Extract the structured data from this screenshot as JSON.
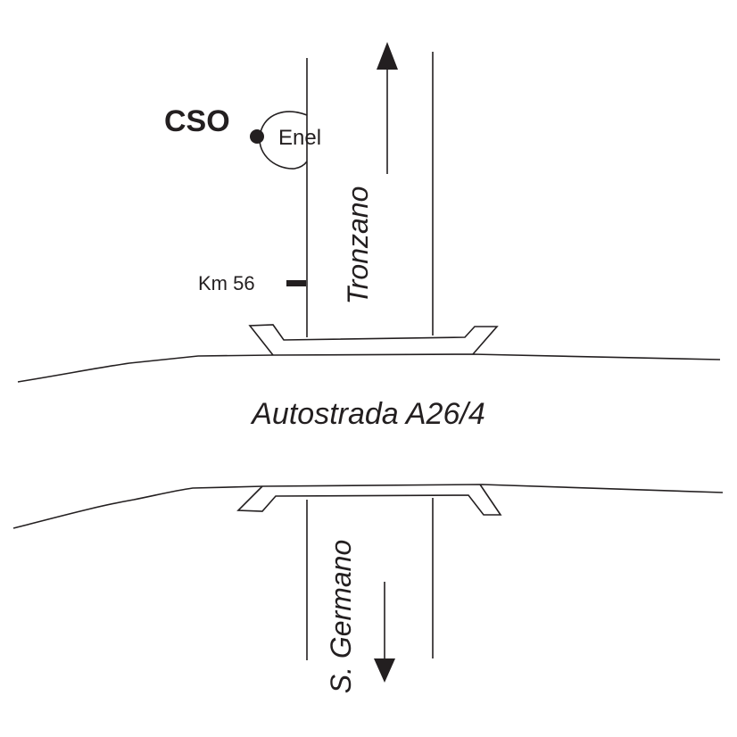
{
  "labels": {
    "cso": "CSO",
    "enel": "Enel",
    "km_marker": "Km 56",
    "highway": "Autostrada A26/4",
    "north_town": "Tronzano",
    "south_town": "S. Germano"
  },
  "colors": {
    "ink": "#231f20",
    "background": "#ffffff"
  },
  "icons": {
    "north": "arrow-up-icon",
    "south": "arrow-down-icon",
    "site": "location-dot-icon"
  }
}
